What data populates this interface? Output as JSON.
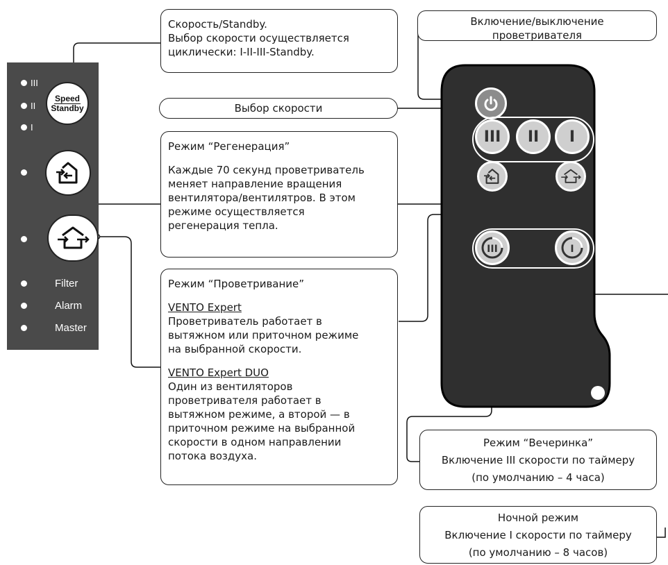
{
  "callouts": {
    "speed_standby": {
      "lines": [
        "Скорость/Standby.",
        "Выбор скорости осуществляется",
        "циклически: I-II-III-Standby."
      ]
    },
    "power": {
      "lines": [
        "Включение/выключение",
        "проветривателя"
      ]
    },
    "speed_select": {
      "lines": [
        "Выбор скорости"
      ]
    },
    "regen": {
      "title": "Режим “Регенерация”",
      "body": [
        "Каждые 70 секунд проветриватель",
        "меняет направление вращения",
        "вентилятора/вентилятров. В этом",
        "режиме осуществляется",
        "регенерация тепла."
      ]
    },
    "ventilation": {
      "title": "Режим “Проветривание”",
      "sec1_heading": "VENTO Expert",
      "sec1_body": [
        "Проветриватель работает в",
        "вытяжном или приточном режиме",
        "на выбранной скорости."
      ],
      "sec2_heading": "VENTO Expert DUO",
      "sec2_body": [
        "Один из вентиляторов",
        "проветривателя работает в",
        "вытяжном режиме, а второй — в",
        "приточном режиме на выбранной",
        "скорости в одном направлении",
        "потока воздуха."
      ]
    },
    "party": {
      "lines": [
        "Режим “Вечеринка”",
        "Включение III скорости по таймеру",
        "(по умолчанию – 4 часа)"
      ]
    },
    "night": {
      "lines": [
        "Ночной режим",
        "Включение I скорости по таймеру",
        "(по умолчанию – 8 часов)"
      ]
    }
  },
  "panel": {
    "speed_levels": [
      "III",
      "II",
      "I"
    ],
    "speed_button_top": "Speed",
    "speed_button_bottom": "Standby",
    "regen_button_icon": "house-arrows-in-icon",
    "vent_button_icon": "house-arrows-through-icon",
    "indicators": [
      "Filter",
      "Alarm",
      "Master"
    ]
  },
  "remote": {
    "speed_buttons": [
      "III",
      "II",
      "I"
    ],
    "power_icon": "power-icon",
    "regen_icon": "house-arrows-in-icon",
    "vent_icon": "house-arrows-through-icon",
    "party_icon": "timer-iii-icon",
    "night_icon": "timer-i-icon"
  },
  "colors": {
    "panel": "#4a4a4a",
    "remote_body": "#2f2f2f",
    "remote_button": "#cfcfcf",
    "power_button": "#8c8c8c"
  }
}
